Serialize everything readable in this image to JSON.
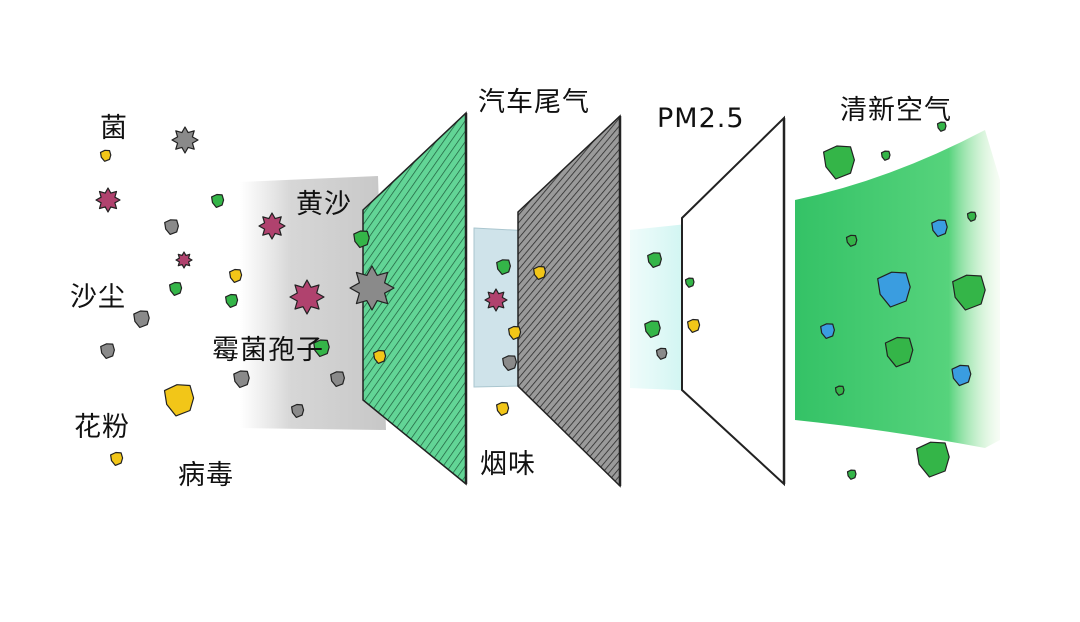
{
  "diagram": {
    "pollutants": {
      "bacteria": "菌",
      "dust": "沙尘",
      "pollen": "花粉",
      "virus": "病毒",
      "sand": "黄沙",
      "mold_spores": "霉菌孢子"
    },
    "stages": {
      "exhaust": "汽车尾气",
      "smoke": "烟味",
      "pm25": "PM2.5",
      "fresh_air": "清新空气"
    },
    "colors": {
      "green_filter": "#5ed08f",
      "gray_filter": "#8e8e8e",
      "fresh_air": "#3cc96a",
      "particle_yellow": "#f2c618",
      "particle_magenta": "#b0426e",
      "particle_green": "#34b548",
      "particle_blue": "#3a9de0",
      "particle_gray": "#8a8a8a"
    }
  }
}
